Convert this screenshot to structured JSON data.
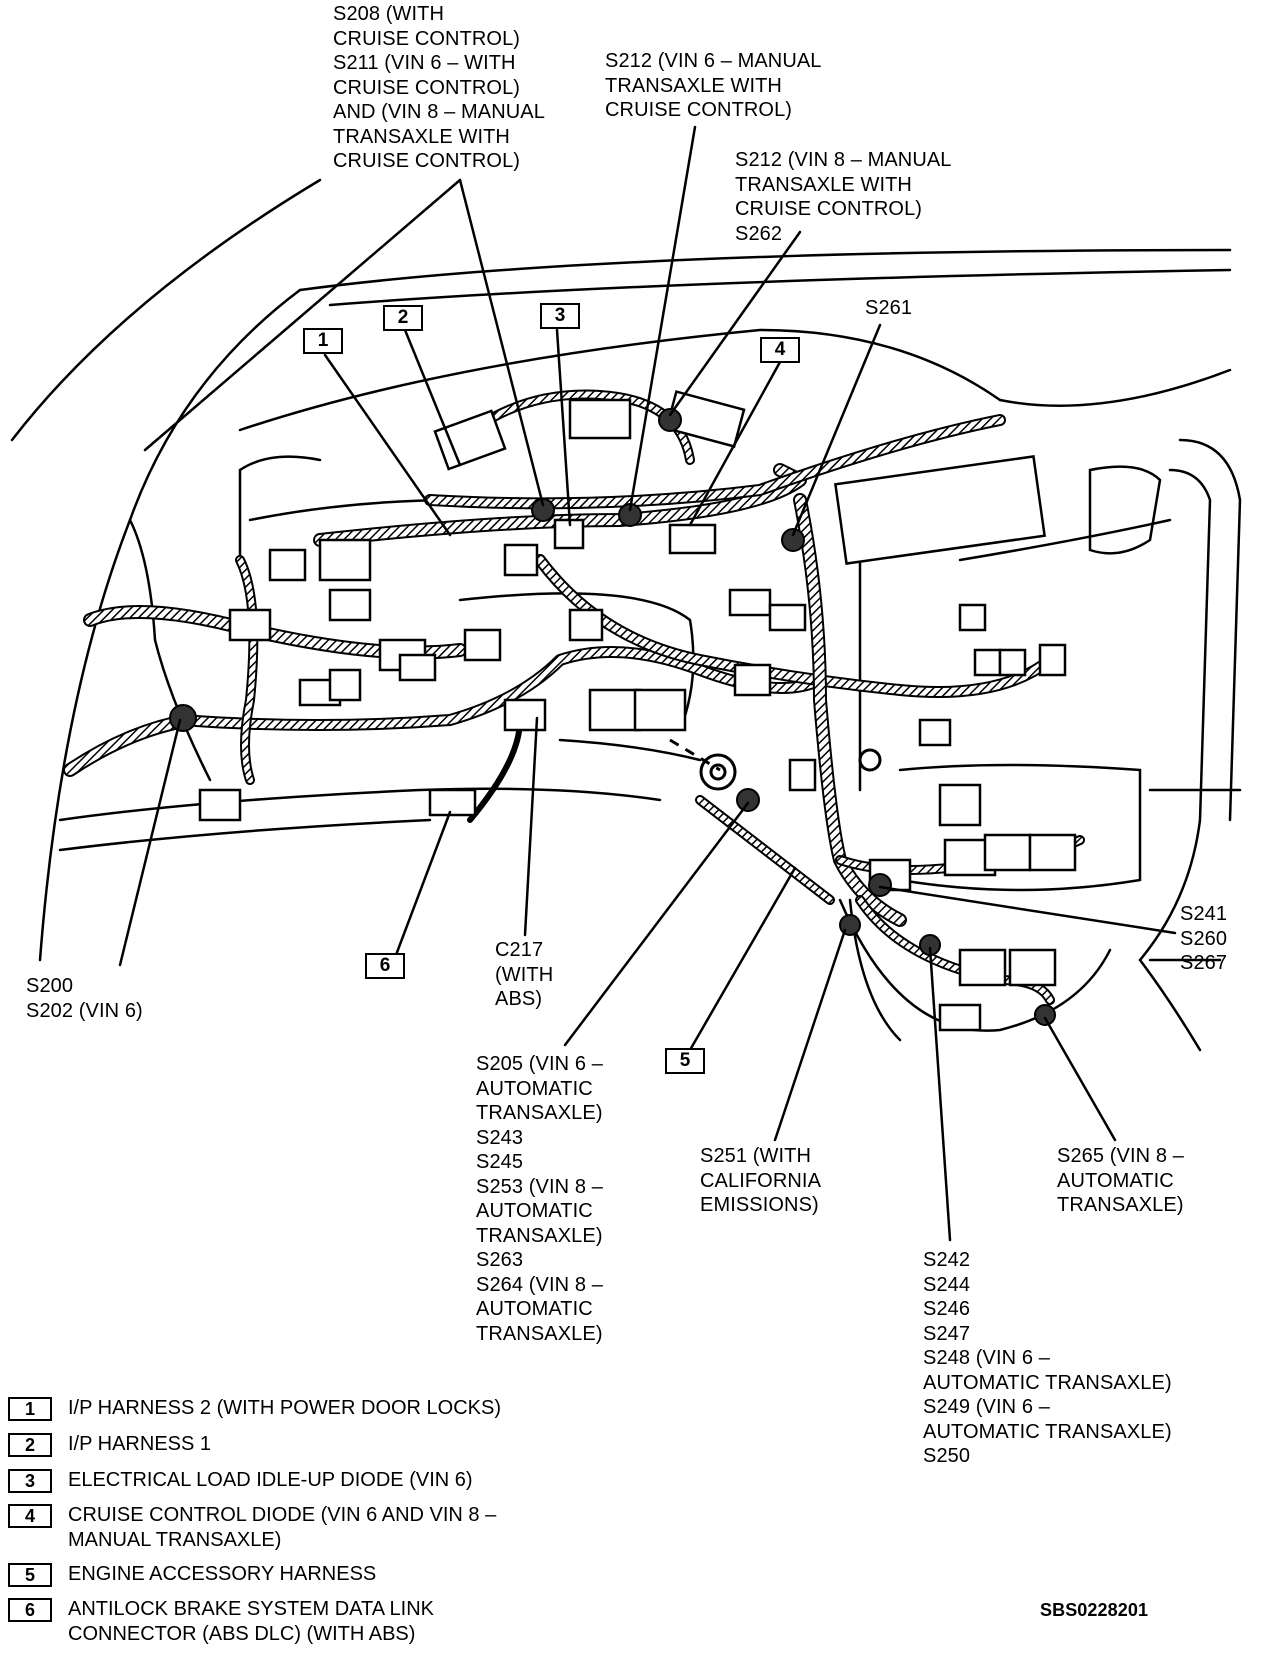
{
  "labels": {
    "s208": "S208 (WITH\nCRUISE CONTROL)\nS211 (VIN 6 – WITH\nCRUISE CONTROL)\nAND (VIN 8 – MANUAL\nTRANSAXLE WITH\nCRUISE CONTROL)",
    "s212_vin6": "S212 (VIN 6 – MANUAL\nTRANSAXLE WITH\nCRUISE CONTROL)",
    "s212_vin8": "S212 (VIN 8 – MANUAL\nTRANSAXLE WITH\nCRUISE CONTROL)\nS262",
    "s261": "S261",
    "s241": "S241\nS260\nS267",
    "s200": "S200\nS202 (VIN 6)",
    "c217": "C217\n(WITH\nABS)",
    "s205": "S205 (VIN 6 –\nAUTOMATIC\nTRANSAXLE)\nS243\nS245\nS253 (VIN 8 –\nAUTOMATIC\nTRANSAXLE)\nS263\nS264 (VIN 8 –\nAUTOMATIC\nTRANSAXLE)",
    "s251": "S251 (WITH\nCALIFORNIA\nEMISSIONS)",
    "s265": "S265 (VIN 8 –\nAUTOMATIC\nTRANSAXLE)",
    "s242": "S242\nS244\nS246\nS247\nS248 (VIN 6 –\nAUTOMATIC TRANSAXLE)\nS249 (VIN 6 –\nAUTOMATIC TRANSAXLE)\nS250",
    "figure_id": "SBS0228201"
  },
  "callouts": {
    "c1": "1",
    "c2": "2",
    "c3": "3",
    "c4": "4",
    "c5": "5",
    "c6": "6"
  },
  "legend": [
    {
      "num": "1",
      "text": "I/P HARNESS 2 (WITH POWER DOOR LOCKS)"
    },
    {
      "num": "2",
      "text": "I/P HARNESS 1"
    },
    {
      "num": "3",
      "text": "ELECTRICAL LOAD IDLE-UP DIODE (VIN 6)"
    },
    {
      "num": "4",
      "text": "CRUISE CONTROL DIODE (VIN 6 AND VIN 8 –\nMANUAL TRANSAXLE)"
    },
    {
      "num": "5",
      "text": "ENGINE ACCESSORY HARNESS"
    },
    {
      "num": "6",
      "text": "ANTILOCK BRAKE SYSTEM DATA LINK\nCONNECTOR (ABS DLC) (WITH ABS)"
    }
  ]
}
